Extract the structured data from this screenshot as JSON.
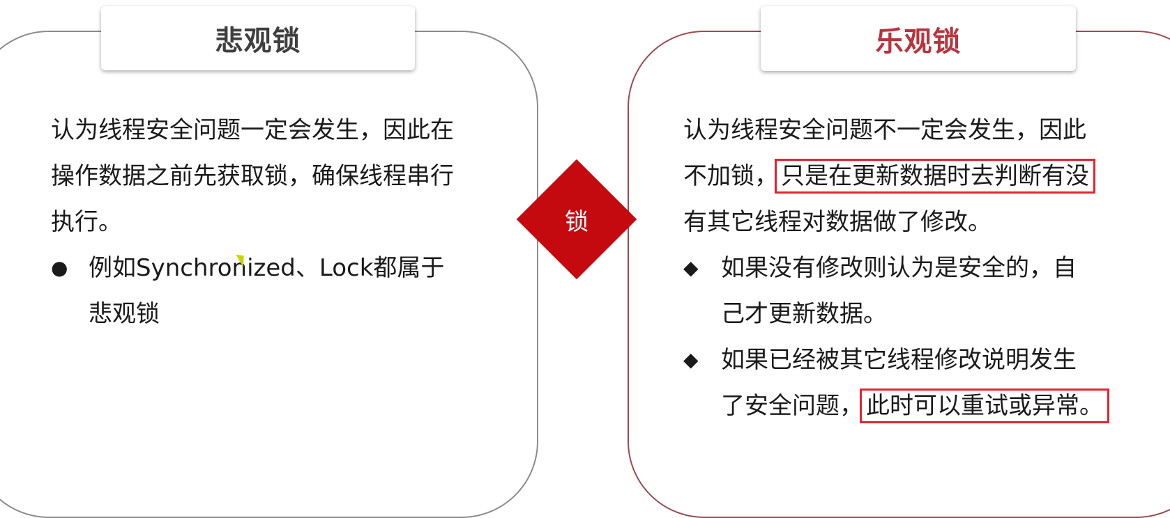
{
  "pessimistic": {
    "title": "悲观锁",
    "lines": [
      "认为线程安全问题一定会发生，因此在",
      "操作数据之前先获取锁，确保线程串行",
      "执行。"
    ],
    "bullet": {
      "symbol": "●",
      "lines": [
        "例如Synchronized、Lock都属于",
        "悲观锁"
      ]
    }
  },
  "center": {
    "label": "锁",
    "color": "#c40a0f"
  },
  "optimistic": {
    "title": "乐观锁",
    "line1": "认为线程安全问题不一定会发生，因此",
    "line2_pre": "不加锁，",
    "line2_highlight": "只是在更新数据时去判断有没",
    "line3": "有其它线程对数据做了修改。",
    "bullets": [
      {
        "symbol": "◆",
        "line1": "如果没有修改则认为是安全的，自",
        "line2": "己才更新数据。"
      },
      {
        "symbol": "◆",
        "line1": "如果已经被其它线程修改说明发生",
        "line2_pre": "了安全问题，",
        "line2_highlight": "此时可以重试或异常。"
      }
    ]
  },
  "colors": {
    "highlight_border": "#e3232f",
    "optimistic_title": "#b8343d",
    "pessimistic_title": "#3f3f3f"
  }
}
